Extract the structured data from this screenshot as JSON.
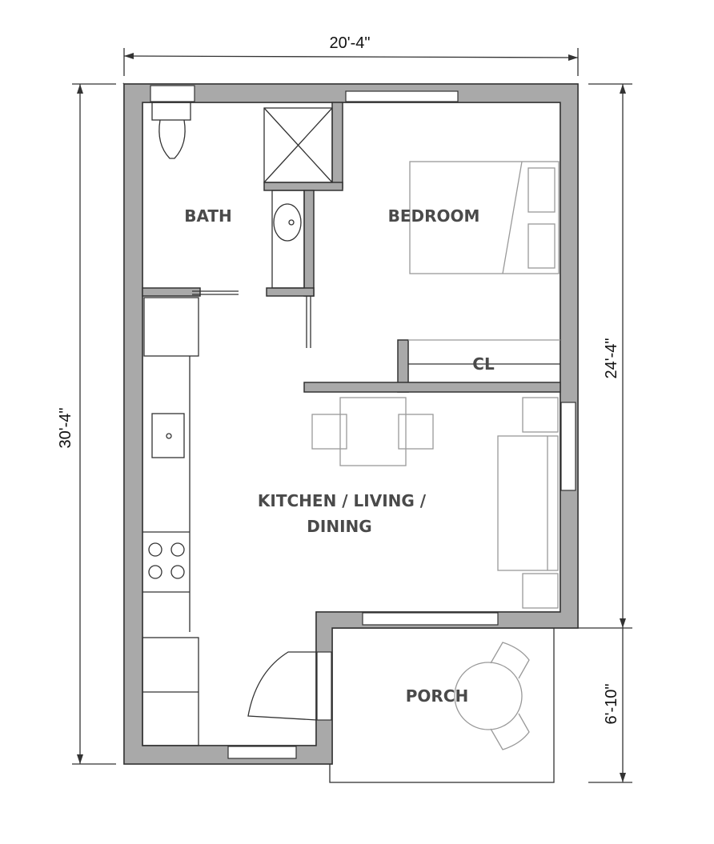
{
  "dimensions": {
    "overall_width": "20'-4\"",
    "overall_depth": "30'-4\"",
    "main_depth": "24'-4\"",
    "porch_depth": "6'-10\""
  },
  "rooms": {
    "bath": "BATH",
    "bedroom": "BEDROOM",
    "closet": "CL",
    "kitchen_line1": "KITCHEN / LIVING /",
    "kitchen_line2": "DINING",
    "porch": "PORCH"
  },
  "colors": {
    "wall": "#a9a9a9",
    "label": "#4a4a4a"
  }
}
